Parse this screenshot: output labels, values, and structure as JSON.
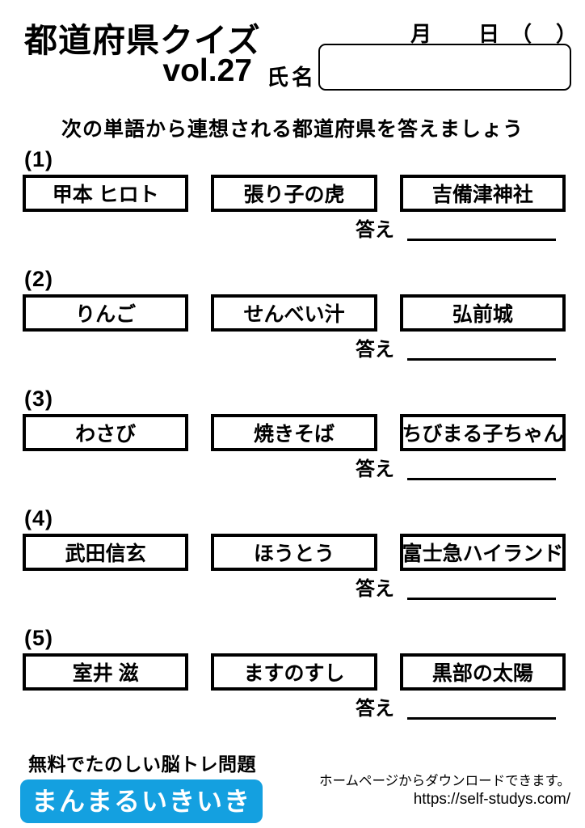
{
  "header": {
    "title": "都道府県クイズ",
    "volume": "vol.27",
    "date": {
      "month": "月",
      "day": "日",
      "open_paren": "（",
      "close_paren": "）"
    },
    "name_label": "氏名"
  },
  "instruction": "次の単語から連想される都道府県を答えましょう",
  "answer_label": "答え",
  "questions": [
    {
      "number": "(1)",
      "hints": [
        "甲本 ヒロト",
        "張り子の虎",
        "吉備津神社"
      ]
    },
    {
      "number": "(2)",
      "hints": [
        "りんご",
        "せんべい汁",
        "弘前城"
      ]
    },
    {
      "number": "(3)",
      "hints": [
        "わさび",
        "焼きそば",
        "ちびまる子ちゃん"
      ]
    },
    {
      "number": "(4)",
      "hints": [
        "武田信玄",
        "ほうとう",
        "富士急ハイランド"
      ]
    },
    {
      "number": "(5)",
      "hints": [
        "室井 滋",
        "ますのすし",
        "黒部の太陽"
      ]
    }
  ],
  "footer": {
    "tagline": "無料でたのしい脳トレ問題",
    "brand": "まんまるいきいき",
    "brand_color": "#14a0e0",
    "download_note": "ホームページからダウンロードできます。",
    "url": "https://self-studys.com/"
  }
}
